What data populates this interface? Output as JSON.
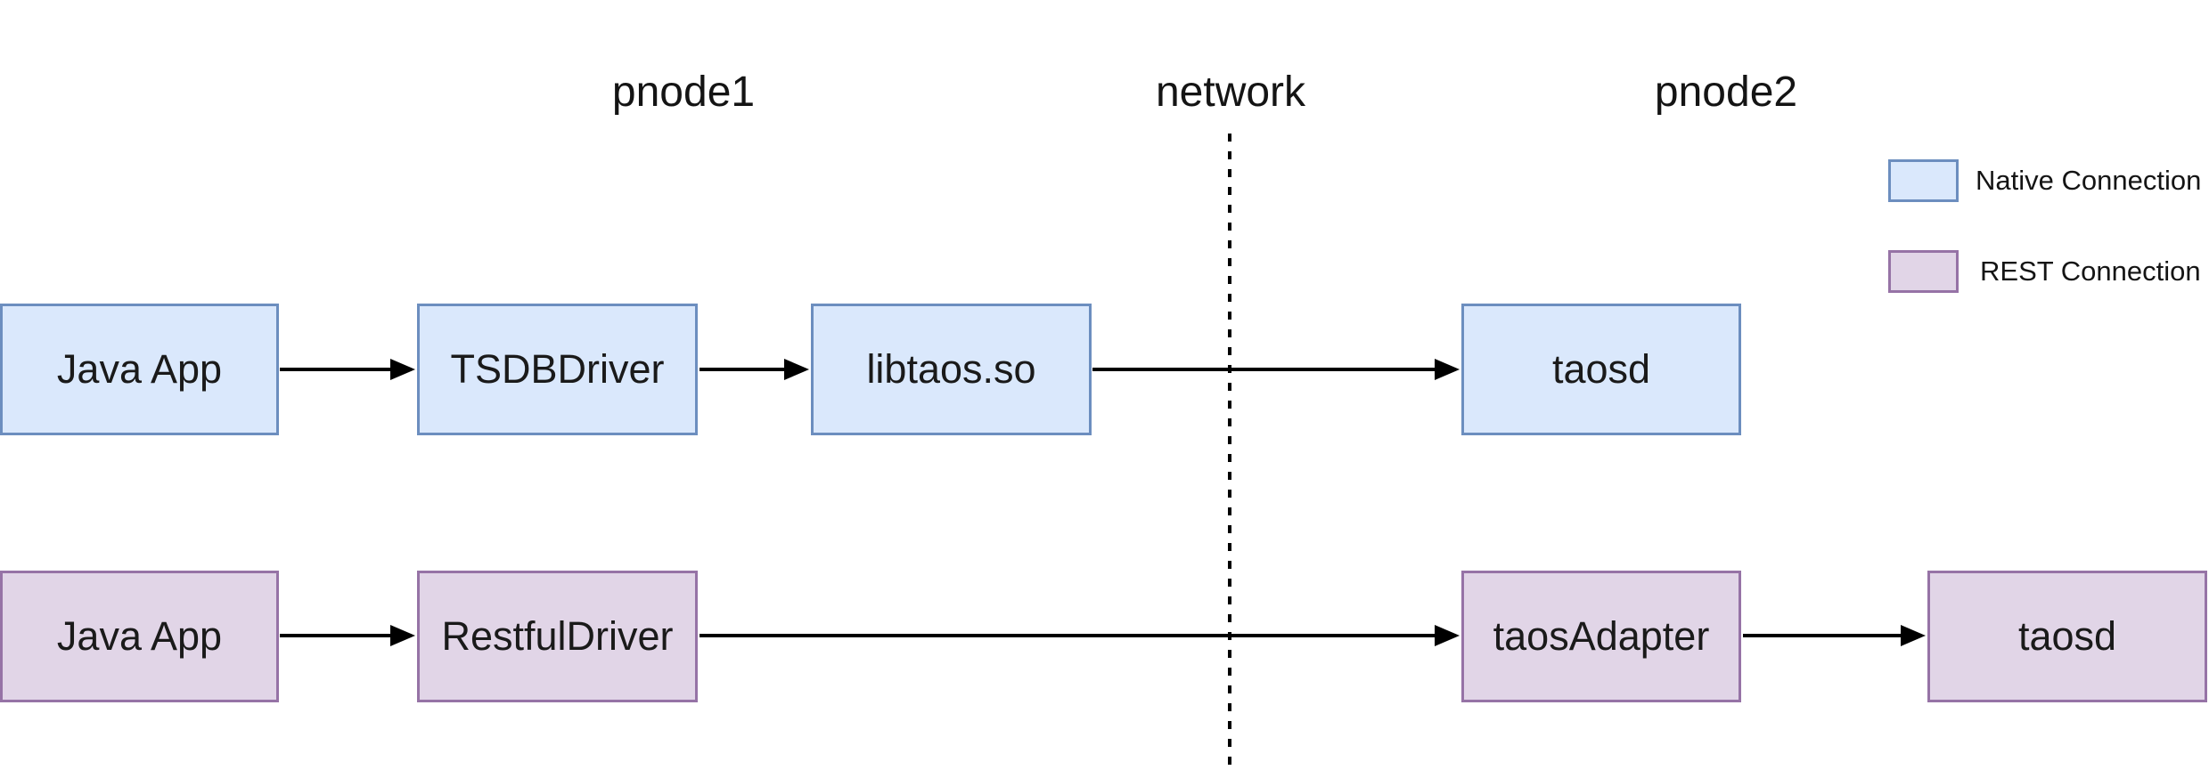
{
  "zones": {
    "left": "pnode1",
    "middle": "network",
    "right": "pnode2"
  },
  "legend": {
    "items": [
      {
        "label": "Native Connection",
        "fill": "#dae8fc",
        "border": "#6c8ebf"
      },
      {
        "label": "REST Connection",
        "fill": "#e1d5e7",
        "border": "#9673a6"
      }
    ]
  },
  "flows": {
    "native": {
      "nodes": [
        {
          "label": "Java App"
        },
        {
          "label": "TSDBDriver"
        },
        {
          "label": "libtaos.so"
        },
        {
          "label": "taosd"
        }
      ]
    },
    "rest": {
      "nodes": [
        {
          "label": "Java App"
        },
        {
          "label": "RestfulDriver"
        },
        {
          "label": "taosAdapter"
        },
        {
          "label": "taosd"
        }
      ]
    }
  },
  "colors": {
    "background": "#ffffff",
    "arrow": "#000000",
    "native_fill": "#dae8fc",
    "native_border": "#6c8ebf",
    "rest_fill": "#e1d5e7",
    "rest_border": "#9673a6"
  }
}
